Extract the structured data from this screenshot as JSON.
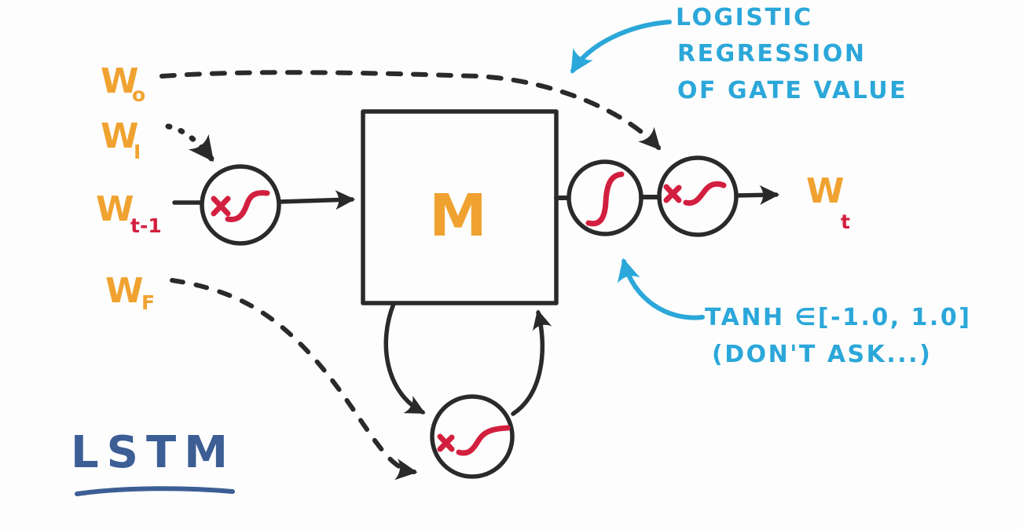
{
  "diagram": {
    "title": "LSTM",
    "memory_cell_label": "M",
    "weights": {
      "w_o": {
        "base": "W",
        "sub": "o"
      },
      "w_i": {
        "base": "W",
        "sub": "I"
      },
      "w_prev": {
        "base": "W",
        "sub": "t-1"
      },
      "w_f": {
        "base": "W",
        "sub": "F"
      },
      "w_out": {
        "base": "W",
        "sub": "t"
      }
    },
    "annotations": {
      "logistic": {
        "line1": "LOGISTIC",
        "line2": "REGRESSION",
        "line3": "OF GATE VALUE"
      },
      "tanh": {
        "line1": "TANH ∈[-1.0, 1.0]",
        "line2": "(DON'T ASK...)"
      }
    },
    "colors": {
      "ink": "#2a2a2a",
      "accent_orange": "#f0a230",
      "accent_red": "#d31f3f",
      "annotation_cyan": "#2ba7d9",
      "title_navy": "#3c5e95",
      "background": "#fdfdfd"
    }
  }
}
